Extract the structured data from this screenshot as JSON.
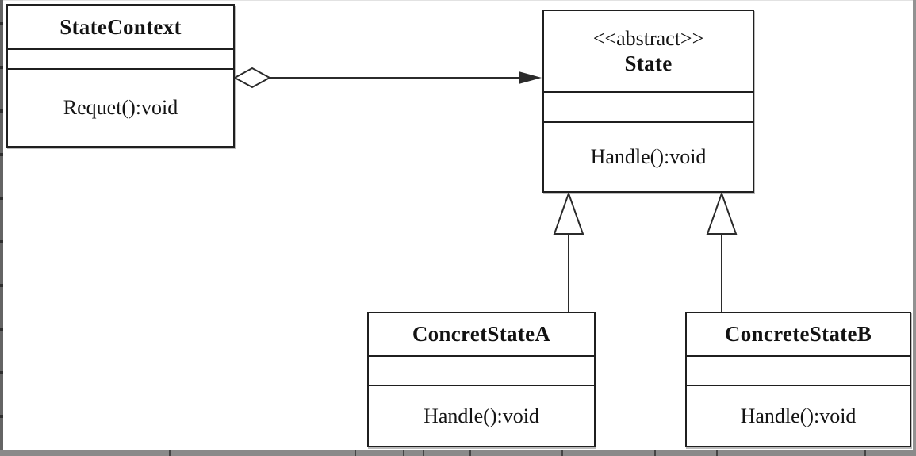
{
  "diagram": {
    "kind": "uml-class-diagram",
    "pattern": "State",
    "classes": [
      {
        "id": "statecontext",
        "stereotype": "",
        "name": "StateContext",
        "attributes": [],
        "methods": [
          "Requet():void"
        ]
      },
      {
        "id": "state",
        "stereotype": "<<abstract>>",
        "name": "State",
        "attributes": [],
        "methods": [
          "Handle():void"
        ]
      },
      {
        "id": "concretstatea",
        "stereotype": "",
        "name": "ConcretStateA",
        "attributes": [],
        "methods": [
          "Handle():void"
        ]
      },
      {
        "id": "concretestateb",
        "stereotype": "",
        "name": "ConcreteStateB",
        "attributes": [],
        "methods": [
          "Handle():void"
        ]
      }
    ],
    "relations": [
      {
        "type": "aggregation",
        "from": "StateContext",
        "to": "State",
        "diamond_end": "StateContext",
        "arrow_end": "State"
      },
      {
        "type": "generalization",
        "from": "ConcretStateA",
        "to": "State"
      },
      {
        "type": "generalization",
        "from": "ConcreteStateB",
        "to": "State"
      }
    ],
    "colors": {
      "line": "#2b2b2b",
      "box_border": "#1f1f1f",
      "background": "#ffffff",
      "edge_gray": "#8a8a8a"
    }
  }
}
